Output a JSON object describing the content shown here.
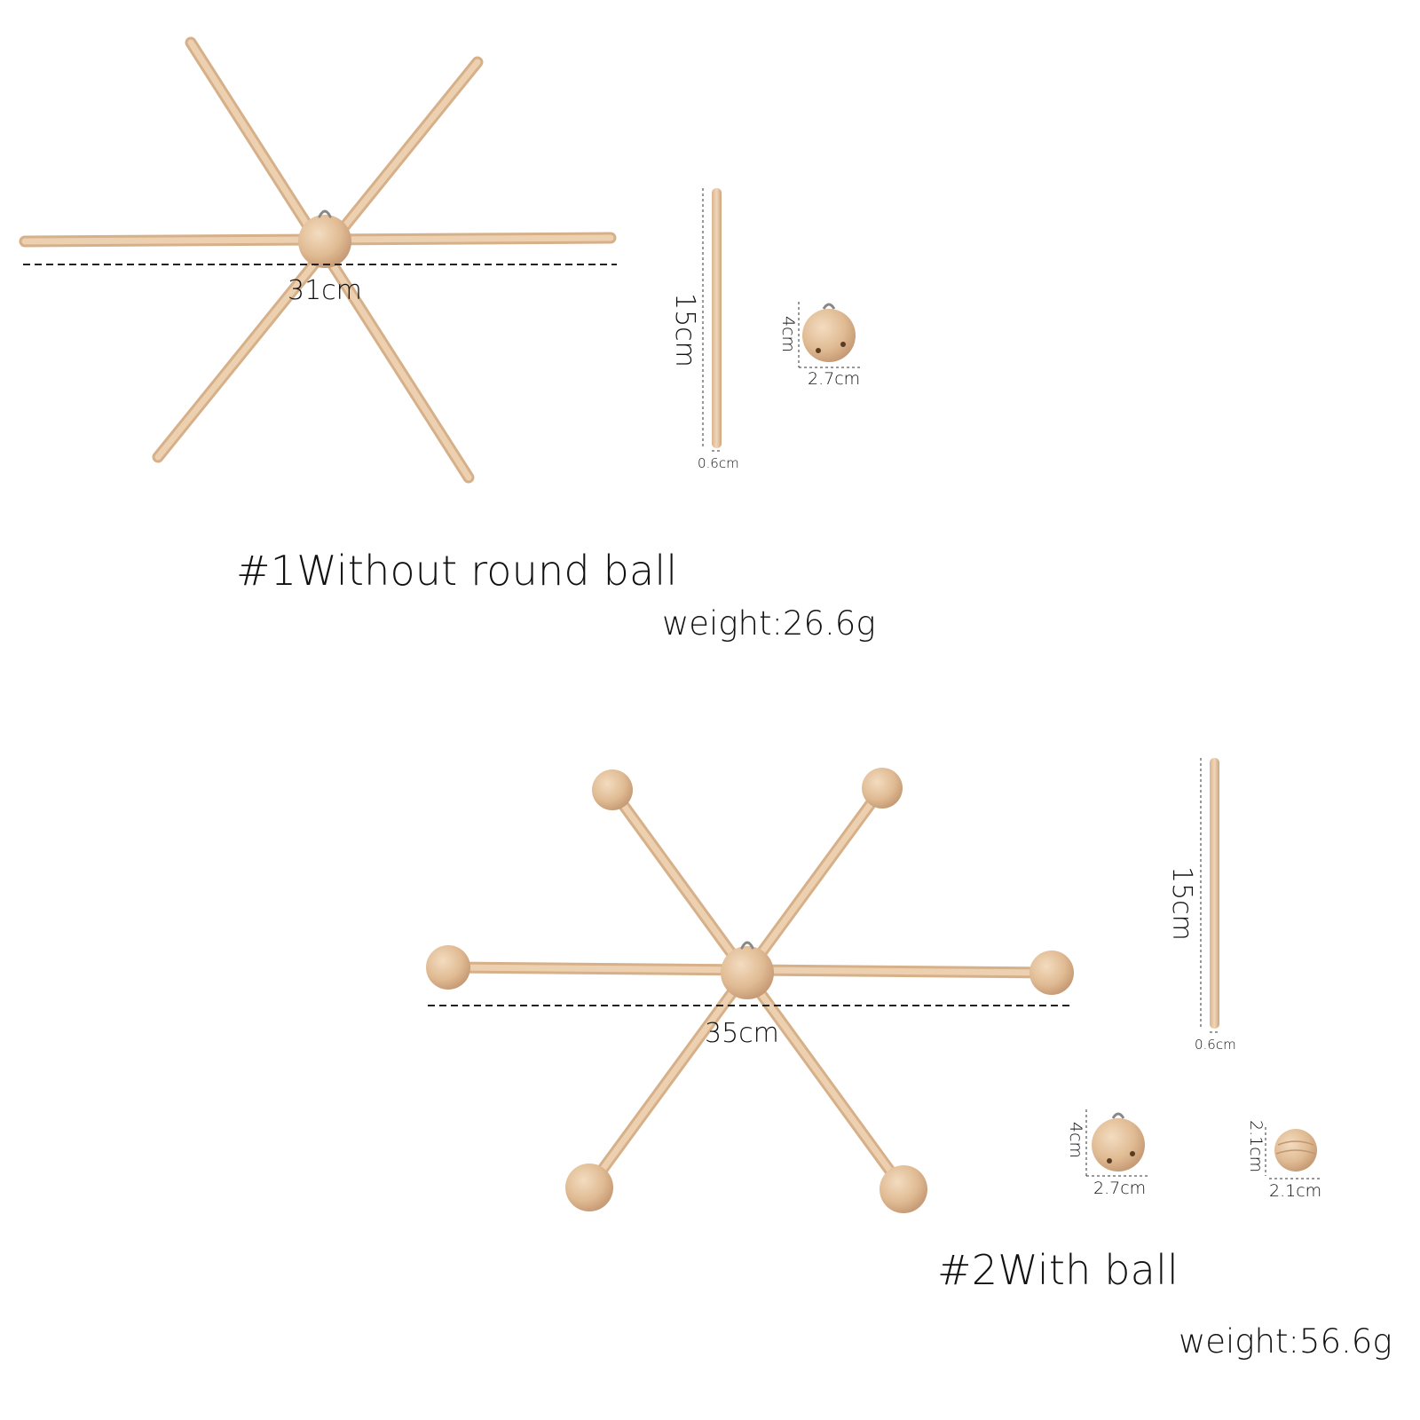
{
  "set1": {
    "title": "#1Without round ball",
    "weight": "weight:26.6g",
    "span_label": "31cm",
    "rod_length_label": "15cm",
    "rod_width_label": "0.6cm",
    "hub_height_label": "4cm",
    "hub_width_label": "2.7cm"
  },
  "set2": {
    "title": "#2With ball",
    "weight": "weight:56.6g",
    "span_label": "35cm",
    "rod_length_label": "15cm",
    "rod_width_label": "0.6cm",
    "hub_height_label": "4cm",
    "hub_width_label": "2.7cm",
    "ball_height_label": "2.1cm",
    "ball_width_label": "2.1cm"
  },
  "colors": {
    "wood": "#e6c7a4",
    "wood_dark": "#c9a27a",
    "background": "#ffffff",
    "text": "#111111"
  }
}
